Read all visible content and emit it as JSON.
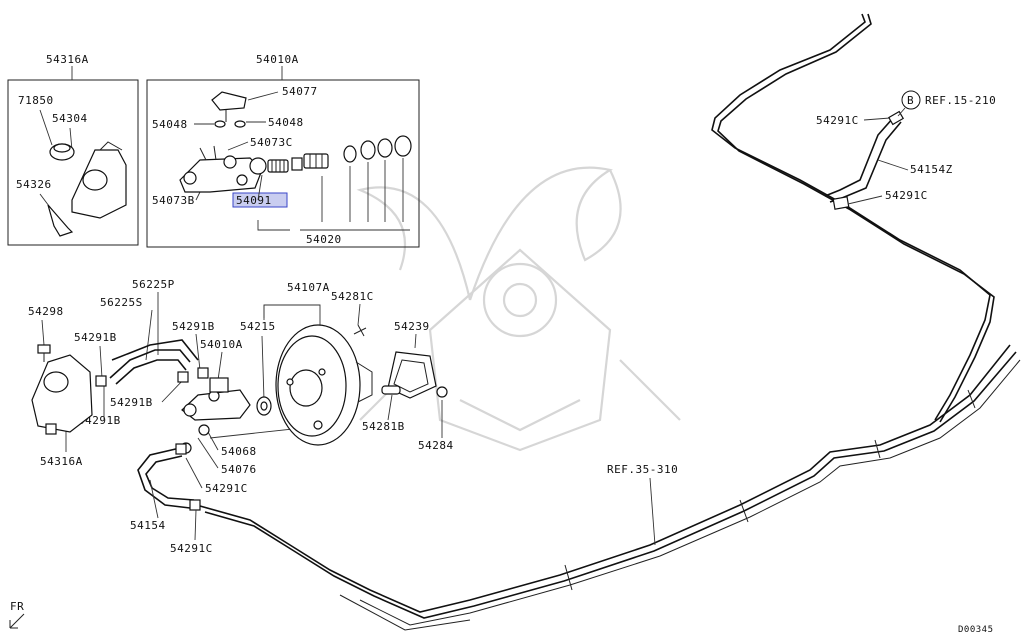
{
  "labels": {
    "box_a_title": "54316A",
    "box_b_title": "54010A",
    "p71850": "71850",
    "p54304": "54304",
    "p54326": "54326",
    "p54077": "54077",
    "p54048_l": "54048",
    "p54048_r": "54048",
    "p54073C": "54073C",
    "p54073B": "54073B",
    "p54091": "54091",
    "p54020": "54020",
    "p54291C_top": "54291C",
    "refB": "B",
    "ref15": "REF.15-210",
    "p54154Z": "54154Z",
    "p54291C_mid": "54291C",
    "p56225P": "56225P",
    "p56225S": "56225S",
    "p54107A": "54107A",
    "p54281C": "54281C",
    "p54298": "54298",
    "p54291B_1": "54291B",
    "p54291B_2": "54291B",
    "p54215": "54215",
    "p54239": "54239",
    "p54010A_low": "54010A",
    "p54291B_3": "54291B",
    "p54291B_4": "54291B",
    "p54281B": "54281B",
    "p54316A_low": "54316A",
    "p54068": "54068",
    "p54284": "54284",
    "p54076": "54076",
    "ref35": "REF.35-310",
    "p54291C_low1": "54291C",
    "p54154": "54154",
    "p54291C_low2": "54291C",
    "fr": "FR",
    "drawing_code": "D00345"
  },
  "colors": {
    "line": "#111111",
    "highlight_fill": "#c9cdf0",
    "highlight_stroke": "#3a46c8",
    "watermark": "#d6d6d6"
  }
}
